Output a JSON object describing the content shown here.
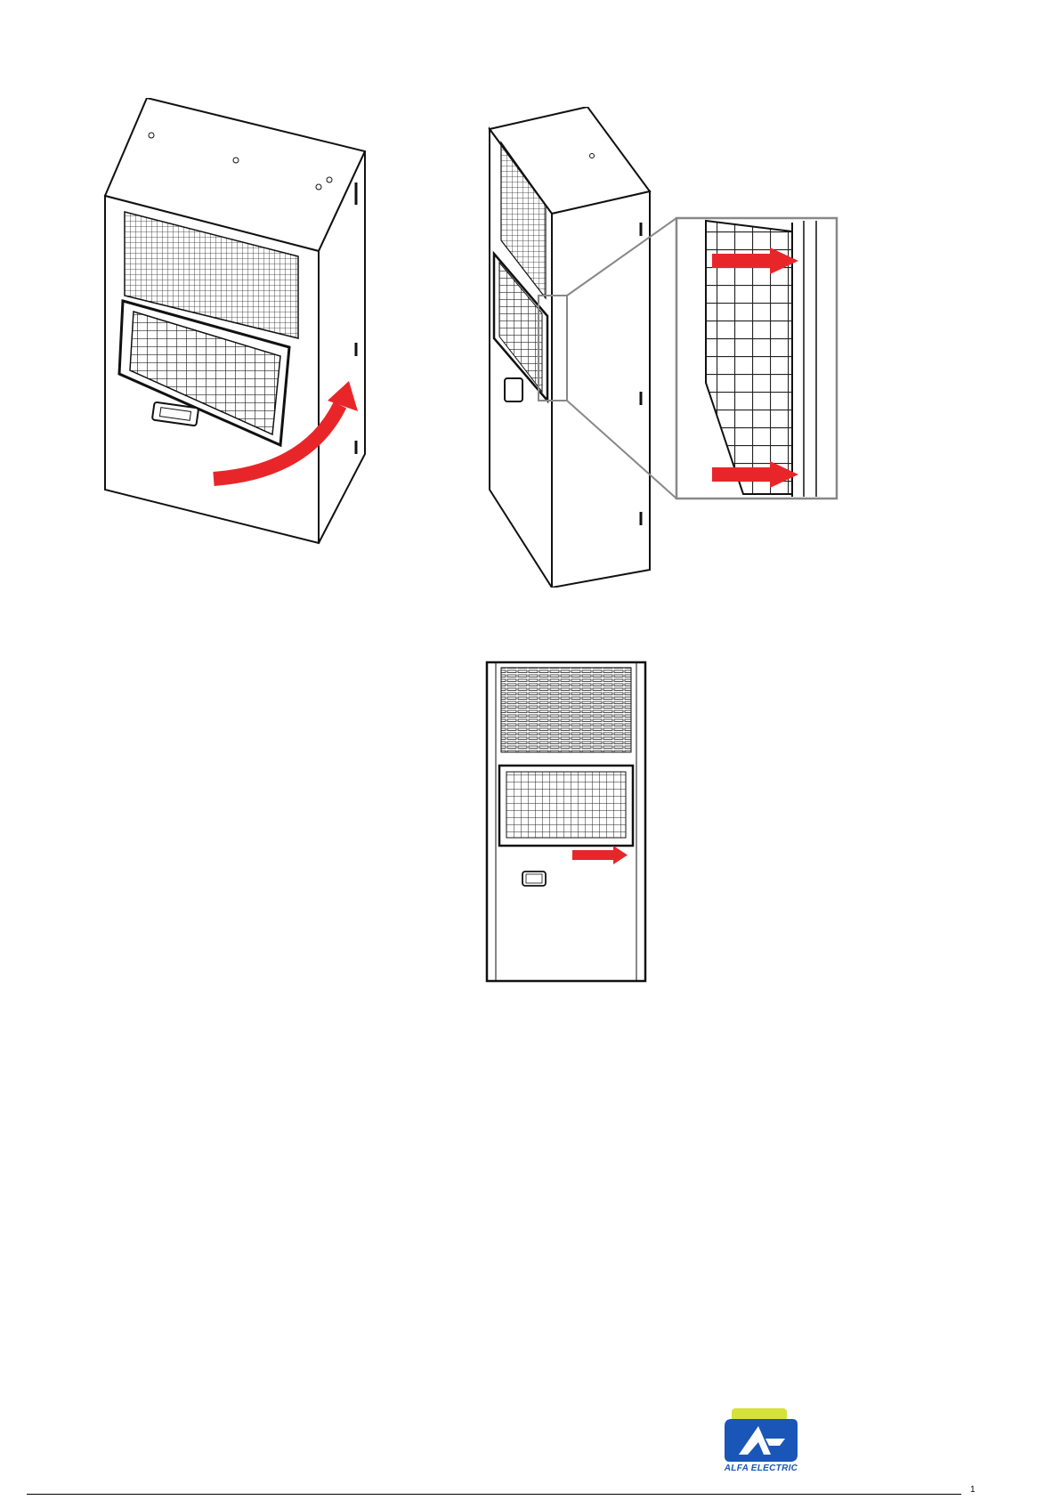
{
  "figures": [
    {
      "id": "fig-left",
      "icon": "cooling-unit-open-grille-illustration"
    },
    {
      "id": "fig-right",
      "icon": "cooling-unit-detail-zoom-illustration"
    },
    {
      "id": "fig-bottom",
      "icon": "cooling-unit-front-slide-illustration"
    }
  ],
  "logo": {
    "text": "ALFA ELECTRIC",
    "icon": "alfa-electric-logo",
    "colors": {
      "blue": "#1a56b8",
      "yellow": "#d4e23a"
    }
  },
  "accent_color": "#e8262a",
  "footer": {
    "mark": "1"
  }
}
